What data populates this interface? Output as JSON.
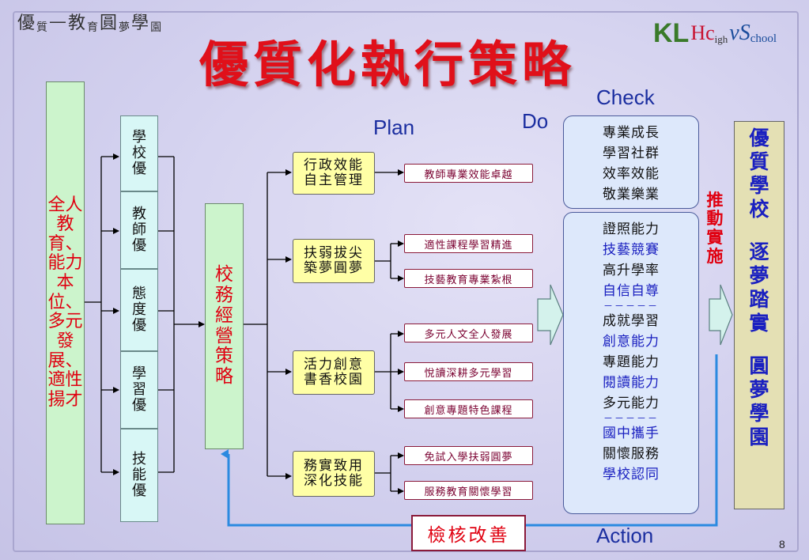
{
  "header": {
    "logo_text": [
      "優",
      "質",
      "教",
      "育",
      "圓",
      "夢",
      "學",
      "園"
    ],
    "brand": {
      "kl": "KL",
      "hi": "Hc",
      "igh": "igh",
      "vs": "vS",
      "school": "chool"
    },
    "title": "優質化執行策略"
  },
  "phases": {
    "plan": "Plan",
    "do": "Do",
    "check": "Check",
    "action": "Action"
  },
  "left_column": "全人教育、能力本位、多元發展、適性揚才",
  "excellence_items": [
    "學校優",
    "教師優",
    "態度優",
    "學習優",
    "技能優"
  ],
  "management": "校務經營策略",
  "strategies": [
    {
      "label": "行政效能自主管理",
      "programs": [
        "教師專業效能卓越"
      ]
    },
    {
      "label": "扶弱拔尖築夢圓夢",
      "programs": [
        "適性課程學習精進",
        "技藝教育專業紮根"
      ]
    },
    {
      "label": "活力創意書香校園",
      "programs": [
        "多元人文全人發展",
        "悅讀深耕多元學習",
        "創意專題特色課程"
      ]
    },
    {
      "label": "務實致用深化技能",
      "programs": [
        "免試入學扶弱圓夢",
        "服務教育關懷學習"
      ]
    }
  ],
  "check_box": [
    "專業成長",
    "學習社群",
    "效率效能",
    "敬業樂業"
  ],
  "outcomes": {
    "group1": [
      {
        "text": "證照能力",
        "color": "black"
      },
      {
        "text": "技藝競賽",
        "color": "blue"
      },
      {
        "text": "高升學率",
        "color": "black"
      },
      {
        "text": "自信自尊",
        "color": "blue"
      }
    ],
    "group2": [
      {
        "text": "成就學習",
        "color": "black"
      },
      {
        "text": "創意能力",
        "color": "blue"
      },
      {
        "text": "專題能力",
        "color": "black"
      },
      {
        "text": "閱讀能力",
        "color": "blue"
      },
      {
        "text": "多元能力",
        "color": "black"
      }
    ],
    "group3": [
      {
        "text": "國中攜手",
        "color": "blue"
      },
      {
        "text": "關懷服務",
        "color": "black"
      },
      {
        "text": "學校認同",
        "color": "blue"
      }
    ],
    "separator": "－－－－－"
  },
  "implement_label": "推動實施",
  "goal_box": {
    "line1": "優質學校",
    "line2": "逐夢踏實",
    "line3": "圓夢學園"
  },
  "review_label": "檢核改善",
  "page_number": "8",
  "colors": {
    "title": "#e0101a",
    "phase": "#1b2ea0",
    "accent_blue": "#1a20c0",
    "loop_arrow": "#2b8ae0"
  }
}
